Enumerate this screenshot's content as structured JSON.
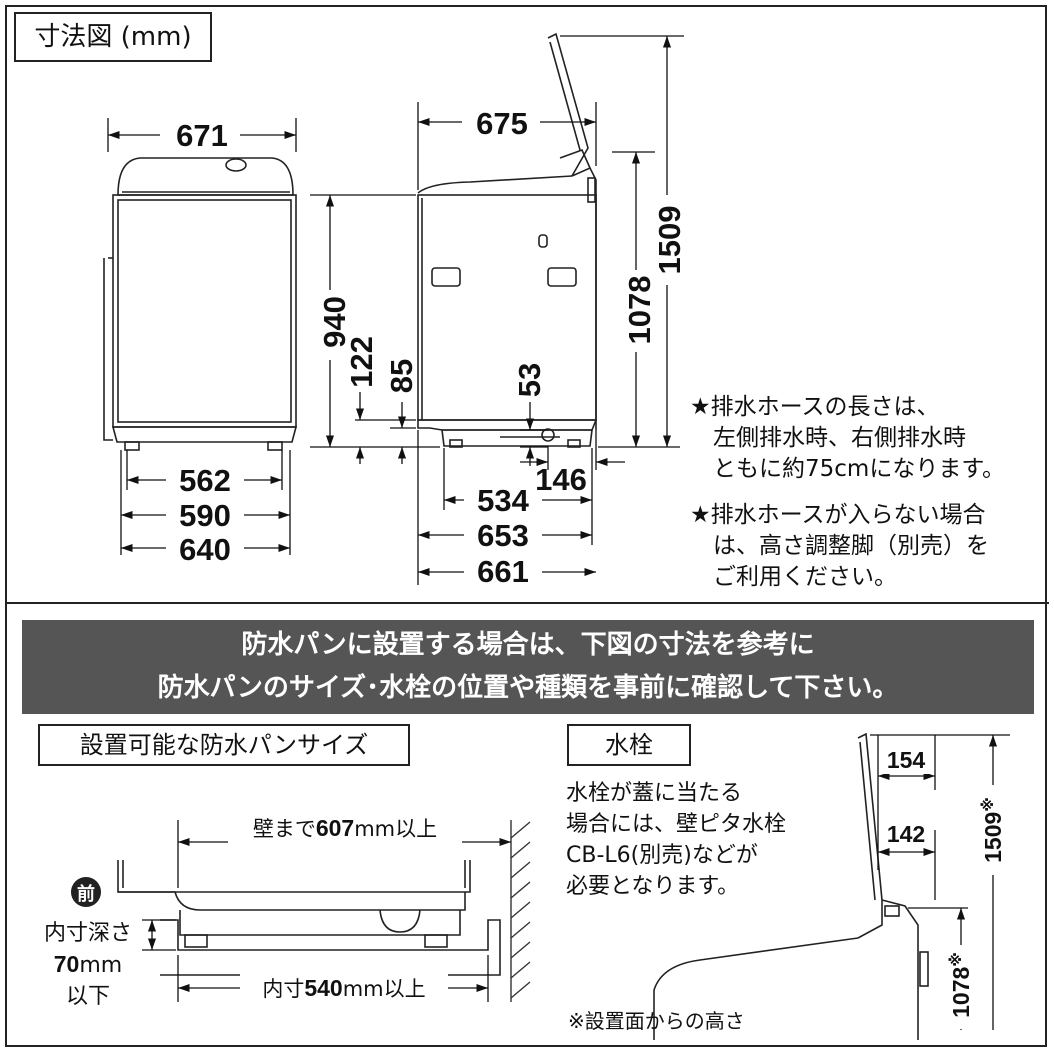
{
  "title": "寸法図 (mm)",
  "front_view": {
    "top_width": "671",
    "base_a": "562",
    "base_b": "590",
    "base_c": "640"
  },
  "side_view": {
    "top_depth": "675",
    "height_body": "940",
    "h_122": "122",
    "h_85": "85",
    "h_53": "53",
    "h_1078": "1078",
    "h_1509": "1509",
    "w_146": "146",
    "d_534": "534",
    "d_653": "653",
    "d_661": "661"
  },
  "notes": {
    "note1": [
      "★排水ホースの長さは、",
      "　左側排水時、右側排水時",
      "　ともに約75cmになります。"
    ],
    "note2": [
      "★排水ホースが入らない場合",
      "　は、高さ調整脚（別売）を",
      "　ご利用ください。"
    ]
  },
  "banner": {
    "line1": "防水パンに設置する場合は、下図の寸法を参考に",
    "line2": "防水パンのサイズ･水栓の位置や種類を事前に確認して下さい。"
  },
  "pan": {
    "heading": "設置可能な防水パンサイズ",
    "wall_label_pre": "壁まで",
    "wall_value": "607",
    "wall_label_post": "mm以上",
    "inner_label_pre": "内寸",
    "inner_value": "540",
    "inner_label_post": "mm以上",
    "front_mark": "前",
    "depth_line1": "内寸深さ",
    "depth_value": "70",
    "depth_unit": "mm",
    "depth_line3": "以下"
  },
  "faucet": {
    "heading": "水栓",
    "note": [
      "水栓が蓋に当たる",
      "場合には、壁ピタ水栓",
      "CB-L6(別売)などが",
      "必要となります。"
    ],
    "d_154": "154",
    "d_142": "142",
    "h_1509": "1509",
    "h_1078": "1078",
    "mark": "※",
    "footnote": "※設置面からの高さ"
  }
}
